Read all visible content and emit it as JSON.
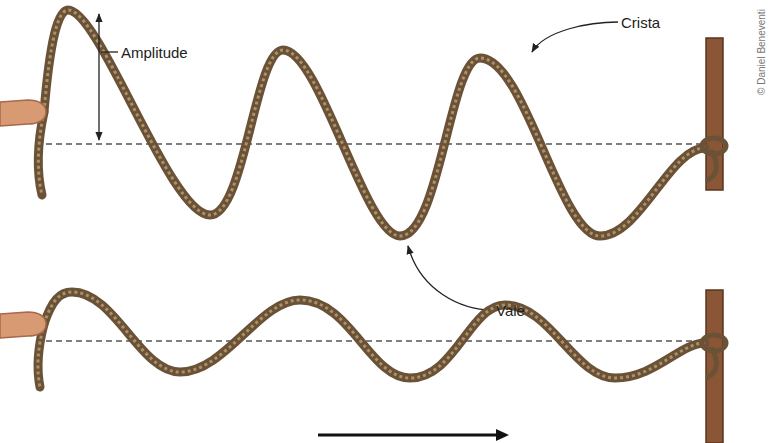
{
  "diagram": {
    "labels": [
      "Amplitude",
      "Crista",
      "Vale",
      "© Daniel Beneventi"
    ]
  }
}
